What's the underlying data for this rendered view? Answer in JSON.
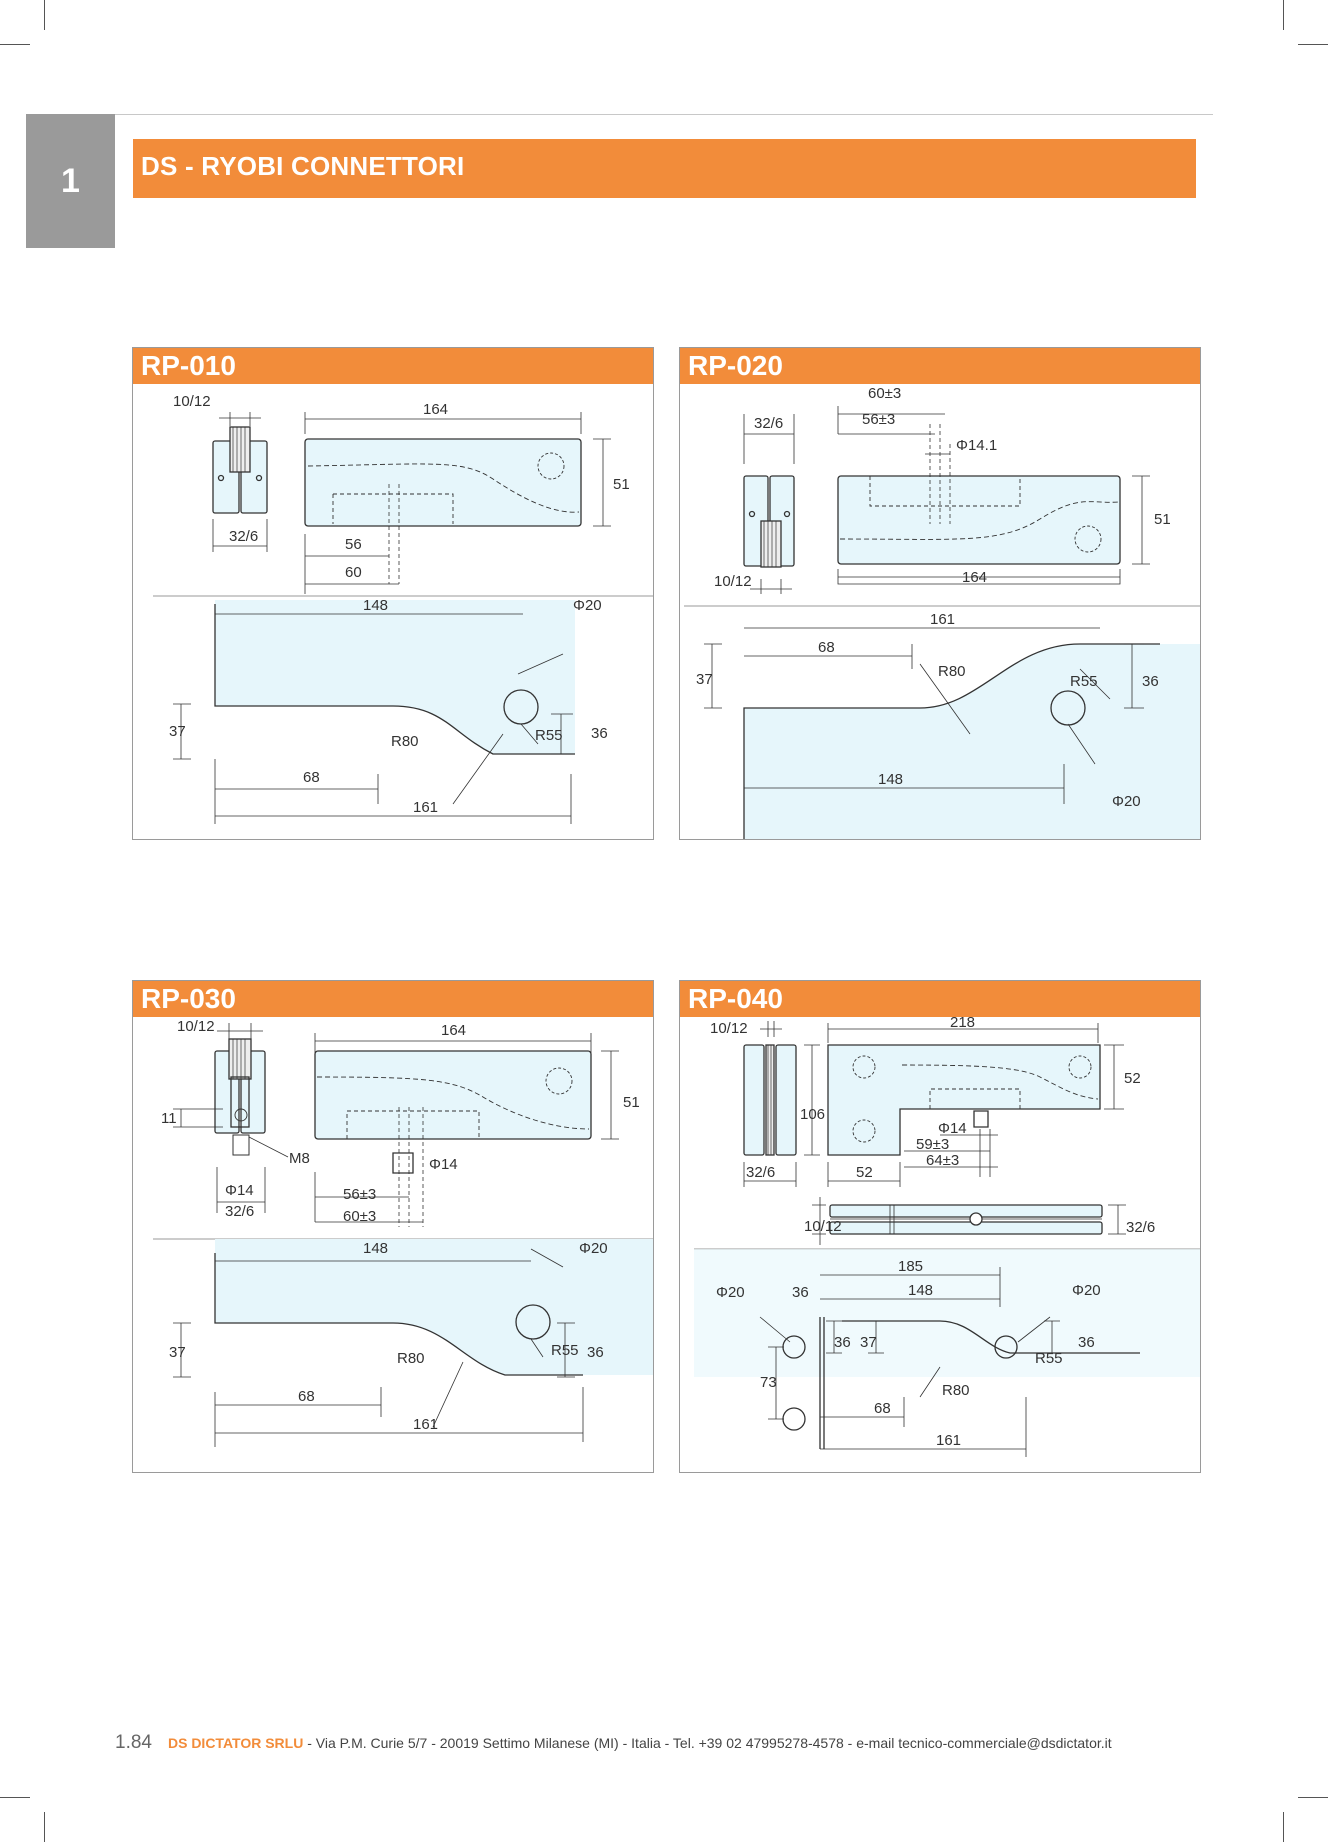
{
  "chapter": {
    "number": "1"
  },
  "section": {
    "title": "DS - RYOBI CONNETTORI"
  },
  "panels": [
    {
      "code": "RP-010",
      "labels": {
        "thickness": "10/12",
        "length": "164",
        "height": "51",
        "slot": "32/6",
        "hole_a": "56",
        "hole_b": "60",
        "profile_length": "148",
        "bore": "Φ20",
        "rise": "37",
        "step": "36",
        "r_big": "R80",
        "r_small": "R55",
        "offset": "68",
        "total": "161"
      }
    },
    {
      "code": "RP-020",
      "labels": {
        "hole_b": "60±3",
        "hole_a": "56±3",
        "slot": "32/6",
        "bore_small": "Φ14.1",
        "height": "51",
        "length": "164",
        "thickness": "10/12",
        "total": "161",
        "offset": "68",
        "r_big": "R80",
        "rise": "37",
        "r_small": "R55",
        "step": "36",
        "profile_length": "148",
        "bore": "Φ20"
      }
    },
    {
      "code": "RP-030",
      "labels": {
        "thickness": "10/12",
        "length": "164",
        "eleven": "11",
        "thread": "M8",
        "height": "51",
        "bore_small": "Φ14",
        "bore_small_b": "Φ14",
        "slot": "32/6",
        "hole_a": "56±3",
        "hole_b": "60±3",
        "profile_length": "148",
        "bore": "Φ20",
        "rise": "37",
        "r_big": "R80",
        "r_small": "R55",
        "step": "36",
        "offset": "68",
        "total": "161"
      }
    },
    {
      "code": "RP-040",
      "labels": {
        "thickness": "10/12",
        "length": "218",
        "height": "52",
        "leg": "106",
        "bore_small": "Φ14",
        "pos_a": "59±3",
        "pos_b": "64±3",
        "slot": "32/6",
        "width": "52",
        "thickness_v": "10/12",
        "slot_v": "32/6",
        "span": "185",
        "bore_left": "Φ20",
        "gap": "36",
        "profile_length": "148",
        "bore_right": "Φ20",
        "vert": "73",
        "step_l": "36",
        "rise": "37",
        "r_small": "R55",
        "step": "36",
        "r_big": "R80",
        "offset": "68",
        "total": "161"
      }
    }
  ],
  "footer": {
    "page": "1.84",
    "company": "DS DICTATOR SRLU",
    "address": " - Via P.M. Curie 5/7 - 20019 Settimo Milanese (MI) - Italia - Tel. +39 02 47995278-4578 - e-mail tecnico-commerciale@dsdictator.it"
  },
  "colors": {
    "accent": "#f28c3a",
    "tab": "#9a9a9a",
    "fill": "#e6f6fb"
  }
}
